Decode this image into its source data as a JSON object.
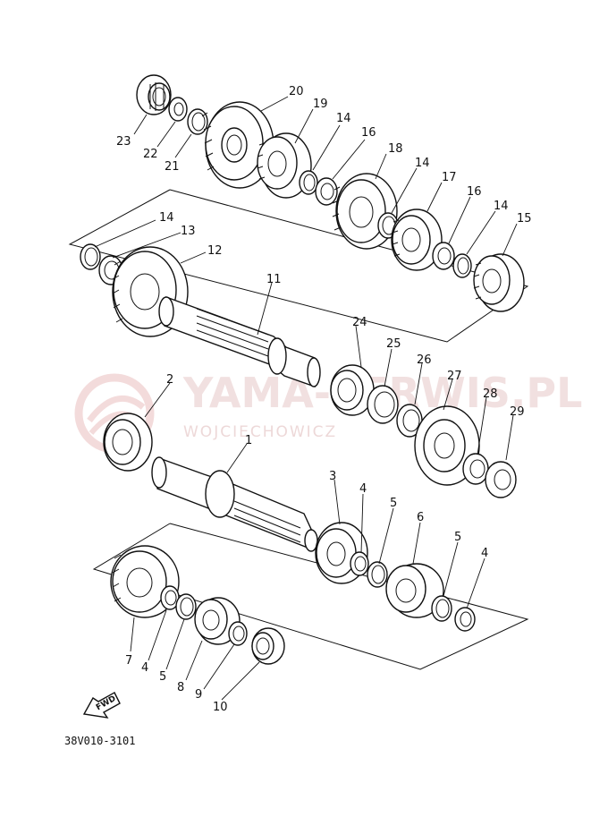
{
  "watermark": {
    "brand": "YAMA-SERWIS.PL",
    "sub": "WOJCIECHOWICZ",
    "color": "#e8b9b9"
  },
  "diagram_code": "38V010-3101",
  "fwd_label": "FWD",
  "callouts": [
    "20",
    "19",
    "14",
    "16",
    "18",
    "14",
    "17",
    "16",
    "14",
    "15",
    "23",
    "22",
    "21",
    "14",
    "13",
    "12",
    "11",
    "24",
    "25",
    "26",
    "27",
    "28",
    "29",
    "2",
    "1",
    "3",
    "4",
    "5",
    "6",
    "5",
    "4",
    "7",
    "4",
    "5",
    "8",
    "9",
    "10"
  ]
}
